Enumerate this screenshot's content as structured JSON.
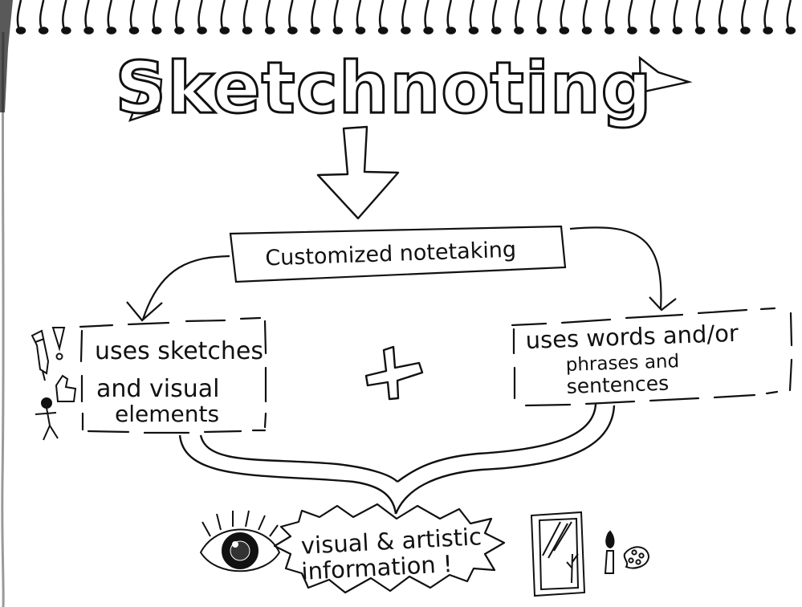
{
  "title": "Sketchnoting",
  "nodes": {
    "center": "Customized notetaking",
    "left": [
      "uses sketches",
      "and visual",
      "elements"
    ],
    "right": [
      "uses words and/or",
      "phrases and",
      "sentences"
    ],
    "bottom": [
      "visual & artistic",
      "information !"
    ]
  },
  "colors": {
    "ink": "#111111",
    "paper": "#ffffff",
    "page_edge": "#8a8a8a"
  },
  "icons": [
    "pencil-icon",
    "exclamation-icon",
    "thumbs-up-icon",
    "stick-figure-icon",
    "plus-icon",
    "eye-icon",
    "window-icon",
    "paintbrush-icon",
    "palette-icon"
  ]
}
